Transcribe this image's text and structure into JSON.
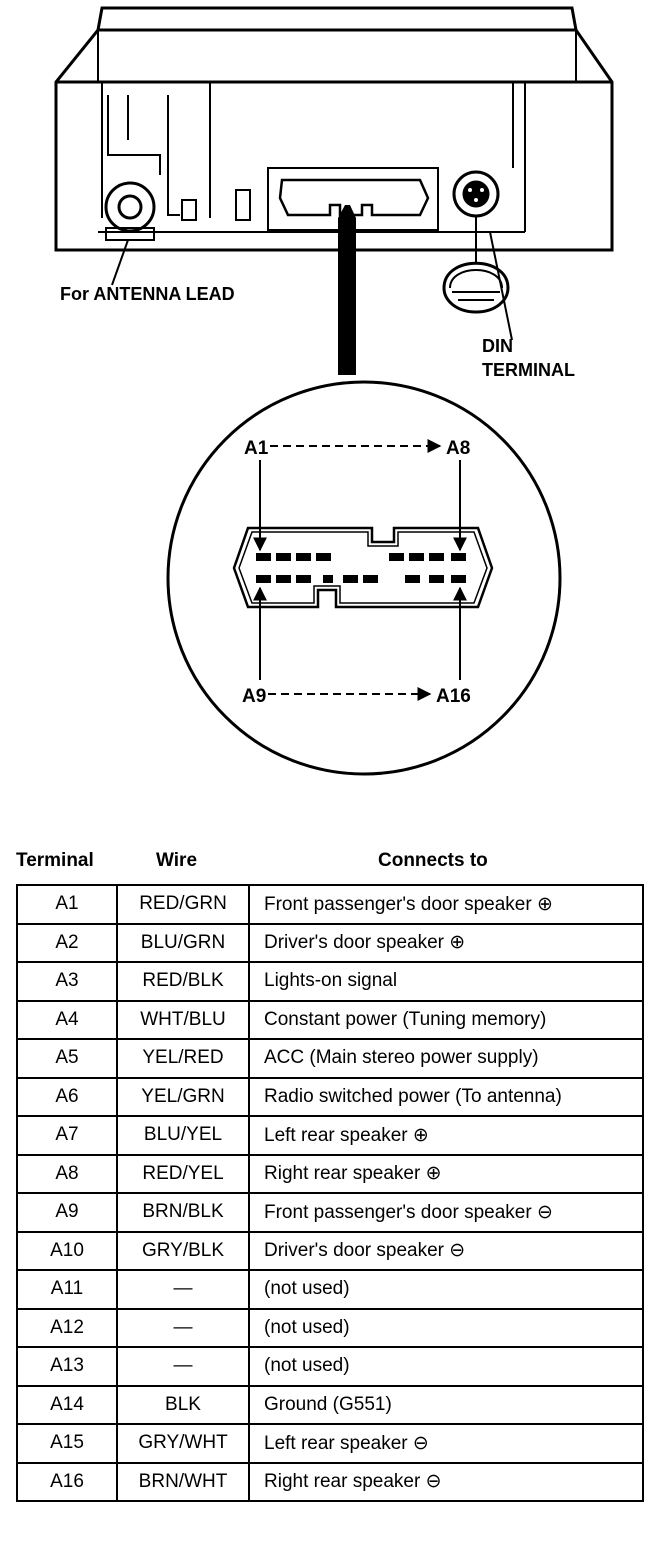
{
  "labels": {
    "antenna": "For ANTENNA LEAD",
    "din_line1": "DIN",
    "din_line2": "TERMINAL",
    "top_left": "A1",
    "top_right": "A8",
    "bottom_left": "A9",
    "bottom_right": "A16"
  },
  "table": {
    "headers": {
      "terminal": "Terminal",
      "wire": "Wire",
      "connects": "Connects to"
    },
    "rows": [
      {
        "terminal": "A1",
        "wire": "RED/GRN",
        "connects": "Front passenger's door speaker ⊕"
      },
      {
        "terminal": "A2",
        "wire": "BLU/GRN",
        "connects": "Driver's door speaker ⊕"
      },
      {
        "terminal": "A3",
        "wire": "RED/BLK",
        "connects": "Lights-on signal"
      },
      {
        "terminal": "A4",
        "wire": "WHT/BLU",
        "connects": "Constant power (Tuning memory)"
      },
      {
        "terminal": "A5",
        "wire": "YEL/RED",
        "connects": "ACC (Main stereo power supply)"
      },
      {
        "terminal": "A6",
        "wire": "YEL/GRN",
        "connects": "Radio switched power (To antenna)"
      },
      {
        "terminal": "A7",
        "wire": "BLU/YEL",
        "connects": "Left rear speaker ⊕"
      },
      {
        "terminal": "A8",
        "wire": "RED/YEL",
        "connects": "Right rear speaker ⊕"
      },
      {
        "terminal": "A9",
        "wire": "BRN/BLK",
        "connects": "Front passenger's door speaker ⊖"
      },
      {
        "terminal": "A10",
        "wire": "GRY/BLK",
        "connects": "Driver's door speaker ⊖"
      },
      {
        "terminal": "A11",
        "wire": "—",
        "connects": "(not used)"
      },
      {
        "terminal": "A12",
        "wire": "—",
        "connects": "(not used)"
      },
      {
        "terminal": "A13",
        "wire": "—",
        "connects": "(not used)"
      },
      {
        "terminal": "A14",
        "wire": "BLK",
        "connects": "Ground (G551)"
      },
      {
        "terminal": "A15",
        "wire": "GRY/WHT",
        "connects": "Left rear speaker ⊖"
      },
      {
        "terminal": "A16",
        "wire": "BRN/WHT",
        "connects": "Right rear speaker ⊖"
      }
    ]
  }
}
